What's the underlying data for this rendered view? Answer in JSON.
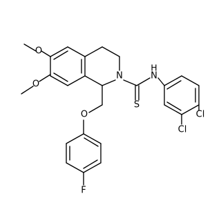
{
  "molecule": {
    "atoms": {
      "o_top": "O",
      "o_mid": "O",
      "n_ring": "N",
      "nh": "H",
      "n_amide": "N",
      "s": "S",
      "cl_top": "Cl",
      "cl_bottom": "Cl",
      "o_ether": "O",
      "f": "F"
    }
  },
  "colors": {
    "bond": "#000000",
    "background": "#ffffff"
  }
}
